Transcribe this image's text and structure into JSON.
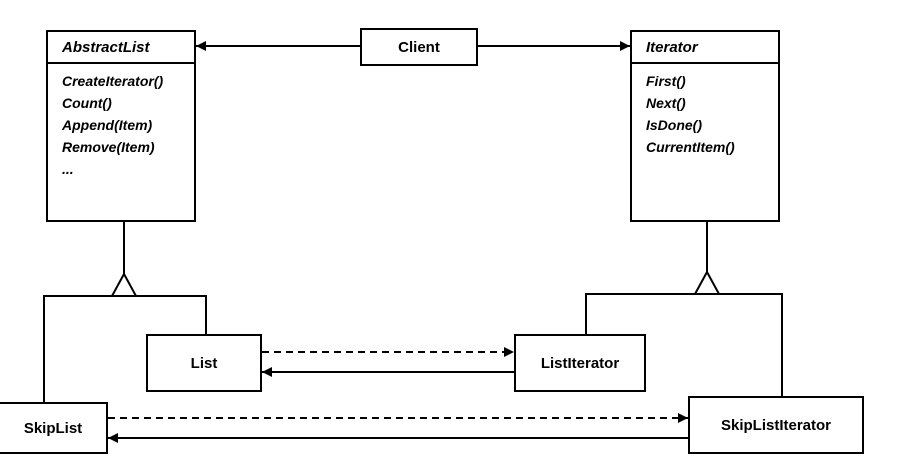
{
  "classes": {
    "abstract_list": {
      "name": "AbstractList",
      "operations": [
        "CreateIterator()",
        "Count()",
        "Append(Item)",
        "Remove(Item)",
        "..."
      ]
    },
    "iterator": {
      "name": "Iterator",
      "operations": [
        "First()",
        "Next()",
        "IsDone()",
        "CurrentItem()"
      ]
    },
    "client": {
      "name": "Client"
    },
    "list": {
      "name": "List"
    },
    "list_iterator": {
      "name": "ListIterator"
    },
    "skip_list": {
      "name": "SkipList"
    },
    "skip_list_iterator": {
      "name": "SkipListIterator"
    }
  },
  "colors": {
    "line": "#000000",
    "background": "#ffffff"
  }
}
